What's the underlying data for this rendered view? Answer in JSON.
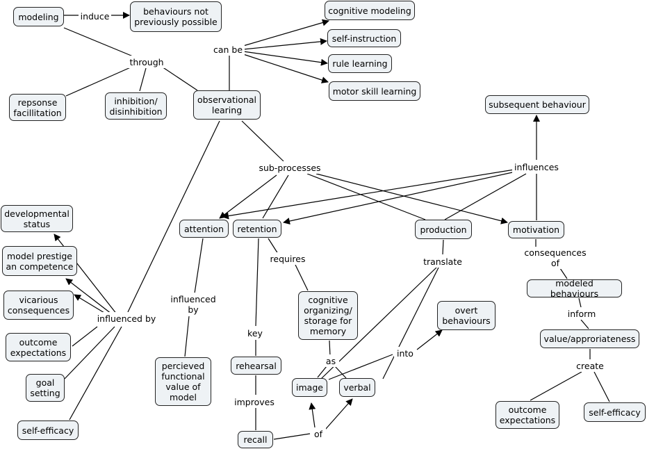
{
  "nodes": {
    "modeling": "modeling",
    "behaviours_not_possible": "behaviours not\npreviously possible",
    "cognitive_modeling": "cognitive modeling",
    "self_instruction": "self-instruction",
    "rule_learning": "rule learning",
    "motor_skill_learning": "motor skill learning",
    "repsonse_facillitation": "repsonse\nfacillitation",
    "inhibition": "inhibition/\ndisinhibition",
    "observational_learing": "observational\nlearing",
    "subsequent_behaviour": "subsequent behaviour",
    "developmental_status": "developmental\nstatus",
    "model_prestige": "model prestige\nan competence",
    "vicarious_consequences": "vicarious\nconsequences",
    "outcome_expectations_left": "outcome\nexpectations",
    "goal_setting": "goal\nsetting",
    "self_efficacy_left": "self-efficacy",
    "attention": "attention",
    "retention": "retention",
    "production": "production",
    "motivation": "motivation",
    "perceived_value": "percieved\nfunctional\nvalue of\nmodel",
    "cognitive_organizing": "cognitive\norganizing/\nstorage for\nmemory",
    "overt_behaviours": "overt\nbehaviours",
    "modeled_behaviours": "modeled behaviours",
    "value_appropriateness": "value/approriateness",
    "rehearsal": "rehearsal",
    "image": "image",
    "verbal": "verbal",
    "recall": "recall",
    "outcome_expectations_right": "outcome\nexpectations",
    "self_efficacy_right": "self-efficacy"
  },
  "labels": {
    "induce": "induce",
    "through": "through",
    "can_be": "can be",
    "sub_processes": "sub-processes",
    "influences": "influences",
    "influenced_by_left": "influenced by",
    "influenced_by_attention": "influenced\nby",
    "requires": "requires",
    "translate": "translate",
    "consequences_of": "consequences\nof",
    "inform": "inform",
    "key": "key",
    "as": "as",
    "into": "into",
    "create": "create",
    "improves": "improves",
    "of": "of"
  },
  "colors": {
    "node_fill": "#eef2f5",
    "stroke": "#000000"
  }
}
